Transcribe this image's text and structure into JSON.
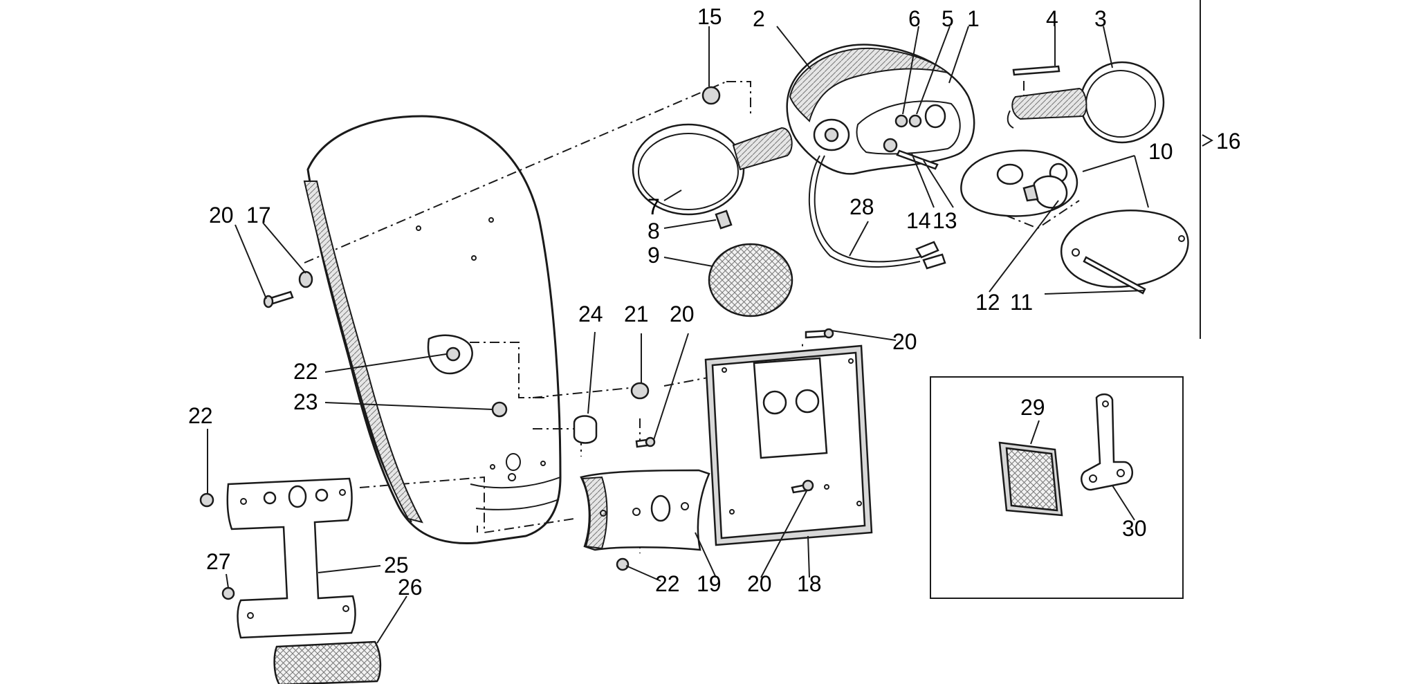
{
  "labels": {
    "l1": "1",
    "l2": "2",
    "l3": "3",
    "l4": "4",
    "l5": "5",
    "l6": "6",
    "l7": "7",
    "l8": "8",
    "l9": "9",
    "l10": "10",
    "l11": "11",
    "l12": "12",
    "l13": "13",
    "l14": "14",
    "l15": "15",
    "l16": "16",
    "l17": "17",
    "l18": "18",
    "l19": "19",
    "l20a": "20",
    "l20b": "20",
    "l20c": "20",
    "l20d": "20",
    "l21": "21",
    "l22a": "22",
    "l22b": "22",
    "l22c": "22",
    "l23": "23",
    "l24": "24",
    "l25": "25",
    "l26": "26",
    "l27": "27",
    "l28": "28",
    "l29": "29",
    "l30": "30"
  }
}
